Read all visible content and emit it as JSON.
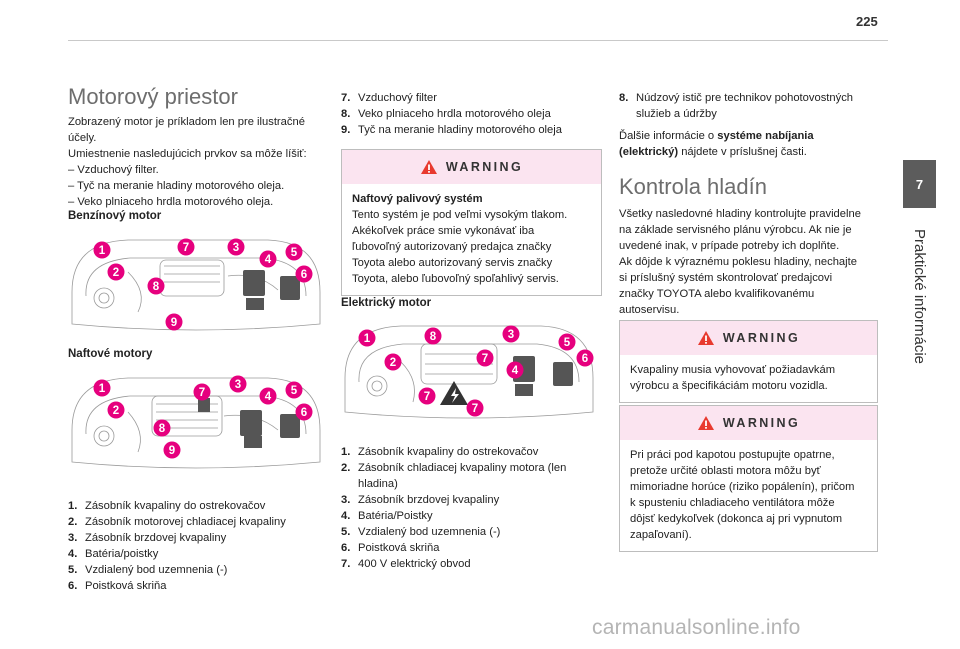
{
  "page_number": "225",
  "side_tab": {
    "chapter": "7",
    "label": "Praktické informácie"
  },
  "col1": {
    "title": "Motorový priestor",
    "intro": [
      "Zobrazený motor je príkladom len pre ilustračné",
      "účely.",
      "Umiestnenie nasledujúcich prvkov sa môže líšiť:"
    ],
    "variable_items": [
      "– Vzduchový filter.",
      "– Tyč na meranie hladiny motorového oleja.",
      "– Veko plniaceho hrdla motorového oleja."
    ],
    "petrol_heading": "Benzínový motor",
    "diesel_heading": "Naftové motory",
    "legend": [
      {
        "n": "1.",
        "text": "Zásobník kvapaliny do ostrekovačov"
      },
      {
        "n": "2.",
        "text": "Zásobník motorovej chladiacej kvapaliny"
      },
      {
        "n": "3.",
        "text": "Zásobník brzdovej kvapaliny"
      },
      {
        "n": "4.",
        "text": "Batéria/poistky"
      },
      {
        "n": "5.",
        "text": "Vzdialený bod uzemnenia (-)"
      },
      {
        "n": "6.",
        "text": "Poistková skriňa"
      }
    ]
  },
  "col2": {
    "legend_cont": [
      {
        "n": "7.",
        "text": "Vzduchový filter"
      },
      {
        "n": "8.",
        "text": "Veko plniaceho hrdla motorového oleja"
      },
      {
        "n": "9.",
        "text": "Tyč na meranie hladiny motorového oleja"
      }
    ],
    "warning": {
      "title": "WARNING",
      "heading": "Naftový palivový systém",
      "lines": [
        "Tento systém je pod veľmi vysokým tlakom.",
        "Akékoľvek práce smie vykonávať iba",
        "ľubovoľný autorizovaný predajca značky",
        "Toyota alebo autorizovaný servis značky",
        "Toyota, alebo ľubovoľný spoľahlivý servis."
      ]
    },
    "electric_heading": "Elektrický motor",
    "electric_legend": [
      {
        "n": "1.",
        "text": "Zásobník kvapaliny do ostrekovačov"
      },
      {
        "n": "2.",
        "text": "Zásobník chladiacej kvapaliny motora (len"
      },
      {
        "n": "",
        "text": "hladina)"
      },
      {
        "n": "3.",
        "text": "Zásobník brzdovej kvapaliny"
      },
      {
        "n": "4.",
        "text": "Batéria/Poistky"
      },
      {
        "n": "5.",
        "text": "Vzdialený bod uzemnenia (-)"
      },
      {
        "n": "6.",
        "text": "Poistková skriňa"
      },
      {
        "n": "7.",
        "text": "400 V elektrický obvod"
      }
    ]
  },
  "col3": {
    "item8": {
      "n": "8.",
      "lines": [
        "Núdzový istič pre technikov pohotovostných",
        "služieb a údržby"
      ]
    },
    "more_info_1": "Ďalšie informácie o ",
    "more_info_bold_1": "systéme nabíjania",
    "more_info_bold_2": "(elektrický)",
    "more_info_2": " nájdete v príslušnej časti.",
    "title": "Kontrola hladín",
    "levels_text": [
      "Všetky nasledovné hladiny kontrolujte pravidelne",
      "na základe servisného plánu výrobcu. Ak nie je",
      "uvedené inak, v prípade potreby ich doplňte.",
      "Ak dôjde k výraznému poklesu hladiny, nechajte",
      "si príslušný systém skontrolovať predajcovi",
      "značky TOYOTA alebo kvalifikovanému",
      "autoservisu."
    ],
    "warning1": {
      "title": "WARNING",
      "lines": [
        "Kvapaliny musia vyhovovať požiadavkám",
        "výrobcu a špecifikáciám motoru vozidla."
      ]
    },
    "warning2": {
      "title": "WARNING",
      "lines": [
        "Pri práci pod kapotou postupujte opatrne,",
        "pretože určité oblasti motora môžu byť",
        "mimoriadne horúce (riziko popálenín), pričom",
        "k spusteniu chladiaceho ventilátora môže",
        "dôjsť kedykoľvek (dokonca aj pri vypnutom",
        "zapaľovaní)."
      ]
    }
  },
  "diagram_markers": {
    "petrol": [
      "1",
      "7",
      "3",
      "5",
      "2",
      "4",
      "6",
      "8",
      "9"
    ],
    "diesel": [
      "1",
      "7",
      "3",
      "5",
      "4",
      "2",
      "6",
      "8",
      "9"
    ],
    "electric": [
      "1",
      "8",
      "3",
      "5",
      "2",
      "7",
      "4",
      "6",
      "7",
      "7"
    ]
  },
  "watermark": "carmanualsonline.info",
  "colors": {
    "marker": "#e6007e",
    "warning_bg": "#fbe4f0",
    "title_gray": "#6d6d6d",
    "tab": "#5c5c5c"
  }
}
